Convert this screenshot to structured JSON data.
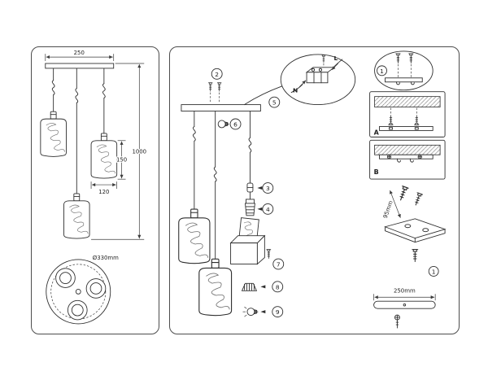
{
  "left_panel": {
    "dims": {
      "top_width": "250",
      "total_height": "1000",
      "shade_height": "150",
      "shade_width": "120",
      "canopy_diameter": "Ø330mm"
    }
  },
  "right_panel": {
    "callouts": {
      "c1": "1",
      "c2": "2",
      "c3": "3",
      "c4": "4",
      "c5": "5",
      "c6": "6",
      "c7": "7",
      "c8": "8",
      "c9": "9"
    },
    "wiring": {
      "neutral": "N",
      "live": "L"
    },
    "sections": {
      "a": "A",
      "b": "B"
    },
    "dims": {
      "bracket_screw": "95mm",
      "plate_width": "250mm"
    }
  }
}
